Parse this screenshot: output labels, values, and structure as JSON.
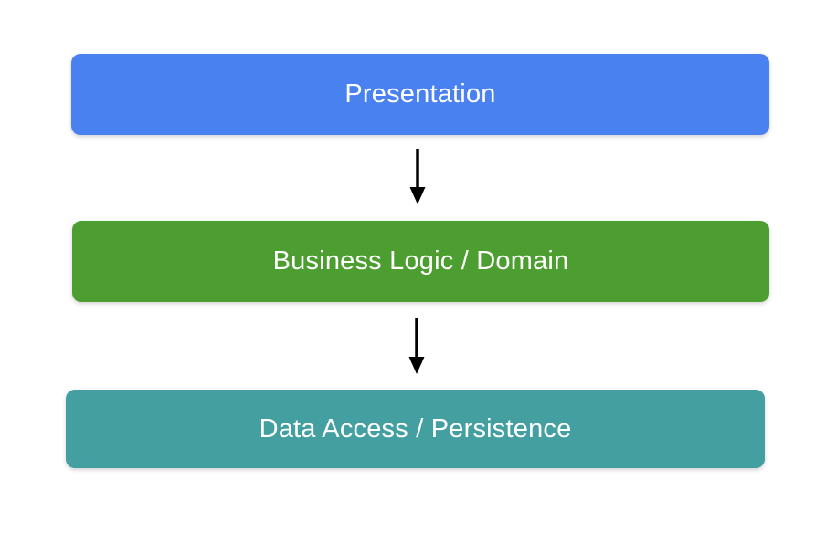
{
  "diagram": {
    "title": "Layered architecture diagram",
    "background_color": "#ffffff",
    "text_color": "#ffffff",
    "arrow_color": "#000000",
    "layers": [
      {
        "id": "presentation",
        "label": "Presentation",
        "color": "#4a81f0"
      },
      {
        "id": "business-logic",
        "label": "Business Logic / Domain",
        "color": "#4d9e30"
      },
      {
        "id": "data-access",
        "label": "Data Access / Persistence",
        "color": "#439fa0"
      }
    ],
    "connections": [
      {
        "from": "presentation",
        "to": "business-logic",
        "direction": "down"
      },
      {
        "from": "business-logic",
        "to": "data-access",
        "direction": "down"
      }
    ]
  }
}
